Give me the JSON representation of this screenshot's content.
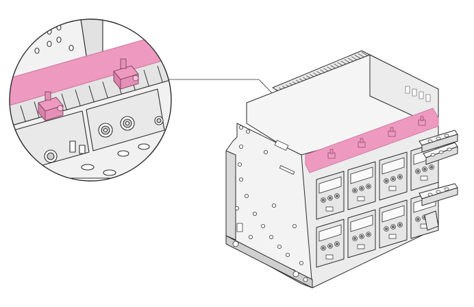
{
  "illustration": {
    "subject": "circuit-breaker-chassis",
    "detail_view": "magnified-terminal-detail",
    "highlight_color": "#ee9ac0",
    "highlight_edge_color": "#d07aa2",
    "line_color": "#2a2a2a",
    "body_fill_color": "#f4f4f4",
    "panel_fill_color": "#e6e6e6",
    "shadow_color": "#bdbdbd",
    "highlighted_terminal_count": 4
  }
}
